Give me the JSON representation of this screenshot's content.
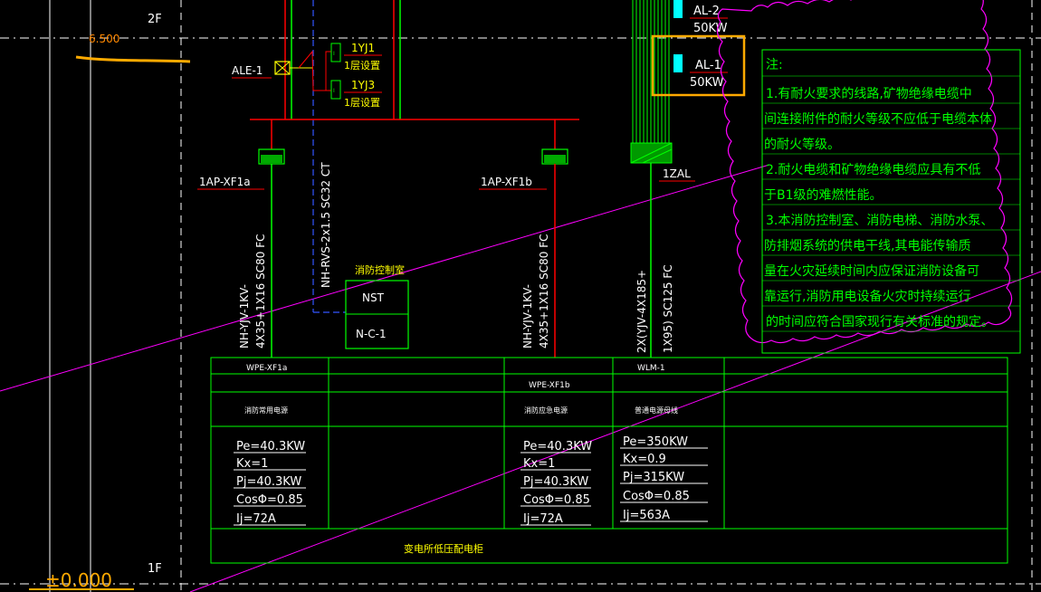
{
  "levels": {
    "top": "2F",
    "bottom": "1F",
    "elev_top": "6.500",
    "elev_bottom": "±0.000"
  },
  "panels": {
    "al2": "AL-2",
    "al2_power": "50KW",
    "al1": "AL-1",
    "al1_power": "50KW"
  },
  "switches": {
    "ale": "ALE-1",
    "yj1": "1YJ1",
    "yj1_note": "1层设置",
    "yj3": "1YJ3",
    "yj3_note": "1层设置"
  },
  "circuits": {
    "xf1a": "1AP-XF1a",
    "xf1b": "1AP-XF1b",
    "zal": "1ZAL",
    "cable_a_1": "NH-YJV-1KV-",
    "cable_a_2": "4X35+1X16  SC80  FC",
    "cable_b_1": "NH-YJV-1KV-",
    "cable_b_2": "4X35+1X16  SC80  FC",
    "cable_mid": "NH-RVS-2x1.5  SC32  CT",
    "cable_z_1": "2X(YJV-4X185+",
    "cable_z_2": "1X95)  SC125  FC"
  },
  "control_room": {
    "title": "消防控制室",
    "nst": "NST",
    "nc": "N-C-1"
  },
  "notes": {
    "title": "注:",
    "lines": [
      "1.有耐火要求的线路,矿物绝缘电缆中",
      "间连接附件的耐火等级不应低于电缆本体",
      "的耐火等级。",
      "2.耐火电缆和矿物绝缘电缆应具有不低",
      "于B1级的难燃性能。",
      "3.本消防控制室、消防电梯、消防水泵、",
      "防排烟系统的供电干线,其电能传输质",
      "量在火灾延续时间内应保证消防设备可",
      "靠运行,消防用电设备火灾时持续运行",
      "的时间应符合国家现行有关标准的规定。"
    ]
  },
  "table": {
    "col_a": "WPE-XF1a",
    "col_b": "WPE-XF1b",
    "col_c": "WLM-1",
    "desc_a": "消防常用电源",
    "desc_b": "消防应急电源",
    "desc_c": "普通电源母线",
    "params_a": [
      "Pe=40.3KW",
      "Kx=1",
      "Pj=40.3KW",
      "CosΦ=0.85",
      "Ij=72A"
    ],
    "params_b": [
      "Pe=40.3KW",
      "Kx=1",
      "Pj=40.3KW",
      "CosΦ=0.85",
      "Ij=72A"
    ],
    "params_c": [
      "Pe=350KW",
      "Kx=0.9",
      "Pj=315KW",
      "CosΦ=0.85",
      "Ij=563A"
    ],
    "footer": "变电所低压配电柜"
  },
  "colors": {
    "green": "#00ff00",
    "white": "#ffffff",
    "yellow": "#ffff00",
    "red": "#ff0000",
    "magenta": "#ff00ff",
    "orange": "#ffaa00",
    "cyan": "#00ffff",
    "blue": "#2222ff"
  }
}
